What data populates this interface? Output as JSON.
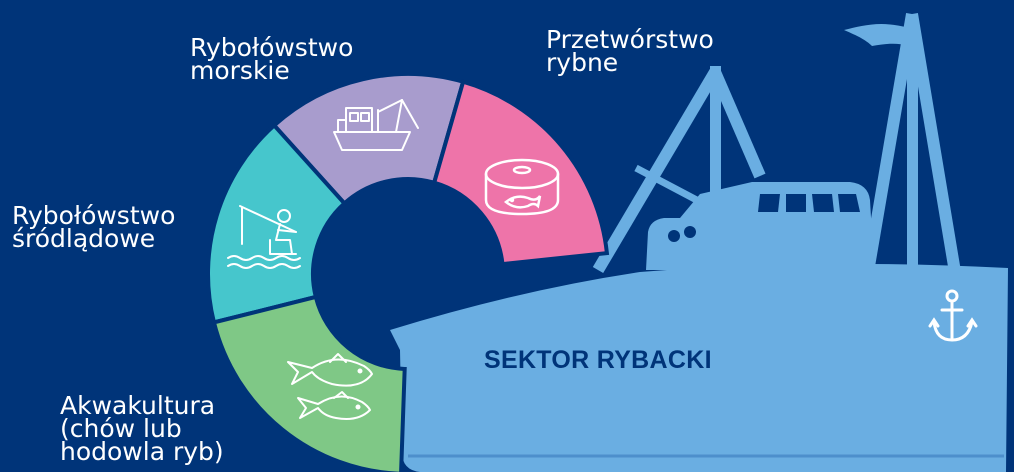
{
  "colors": {
    "background": "#003479",
    "ship": "#6aaee2",
    "ship_dark_line": "#4d8fcc",
    "segment_marine": "#a89ccd",
    "segment_processing": "#ee74a9",
    "segment_inland": "#46c6cc",
    "segment_aquaculture": "#7fc886",
    "icon_stroke": "#ffffff"
  },
  "segments": [
    {
      "key": "marine",
      "label_lines": [
        "Rybołówstwo",
        "morskie"
      ],
      "icon": "fishing-boat-icon"
    },
    {
      "key": "processing",
      "label_lines": [
        "Przetwórstwo",
        "rybne"
      ],
      "icon": "fish-can-icon"
    },
    {
      "key": "inland",
      "label_lines": [
        "Rybołówstwo",
        "śródlądowe"
      ],
      "icon": "angler-icon"
    },
    {
      "key": "aquaculture",
      "label_lines": [
        "Akwakultura",
        "(chów lub",
        "hodowla ryb)"
      ],
      "icon": "fish-pair-icon"
    }
  ],
  "ship": {
    "title": "SEKTOR RYBACKI",
    "icon": "anchor-icon"
  }
}
